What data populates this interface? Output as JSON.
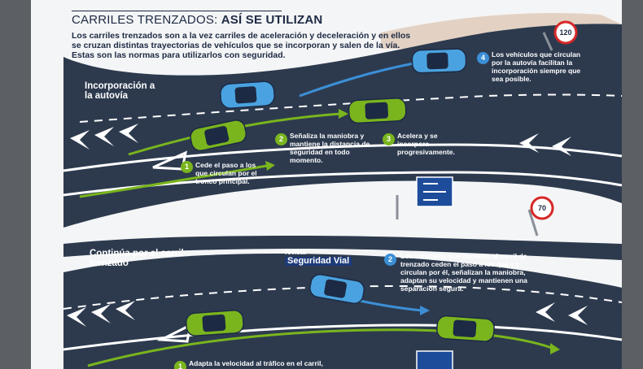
{
  "header": {
    "title_light": "CARRILES TRENZADOS: ",
    "title_bold": "ASÍ SE UTILIZAN",
    "intro": "Los carriles trenzados son a la vez carriles de aceleración y deceleración y en ellos se cruzan distintas trayectorias de vehículos que se incorporan y salen de la vía. Estas son las normas para utilizarlos con seguridad."
  },
  "section1": {
    "label": "Incorporación a la autovía",
    "steps": [
      {
        "num": "1",
        "text": "Cede el paso a los que circulan por el tronco principal."
      },
      {
        "num": "2",
        "text": "Señaliza la maniobra y mantiene la distancia de seguridad en todo momento."
      },
      {
        "num": "3",
        "text": "Acelera y se incorpora progresivamente."
      },
      {
        "num": "4",
        "text": "Los vehículos que circulan por la autovía facilitan la incorporación siempre que sea posible."
      }
    ],
    "speed_limits": [
      "120",
      "70"
    ]
  },
  "section2": {
    "label": "Continúa por el carril trenzado",
    "logo_top": "revista",
    "logo_bottom": "Seguridad Vial",
    "steps": [
      {
        "num": "2",
        "text": "Los vehículos que acceden al carril de trenzado ceden el paso a los que ya circulan por él, señalizan la maniobra, adaptan su velocidad y mantienen una separación segura."
      },
      {
        "num": "1",
        "text": "Adapta la velocidad al tráfico en el carril,"
      }
    ]
  },
  "colors": {
    "road": "#2d3a4e",
    "green_car": "#7ab51d",
    "blue_car": "#4aa3e0",
    "text": "#1d2a44"
  }
}
